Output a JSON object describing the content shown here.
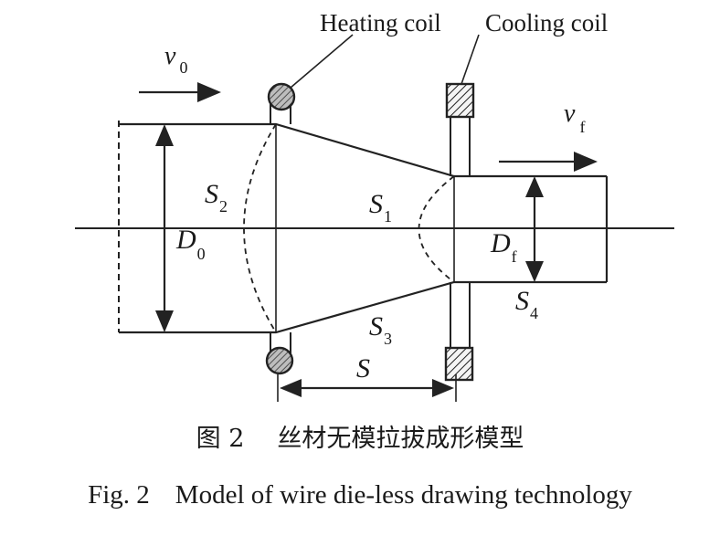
{
  "labels": {
    "heating_coil": "Heating coil",
    "cooling_coil": "Cooling coil",
    "v0_main": "v",
    "v0_sub": "0",
    "vf_main": "v",
    "vf_sub": "f",
    "S2_main": "S",
    "S2_sub": "2",
    "S1_main": "S",
    "S1_sub": "1",
    "S3_main": "S",
    "S3_sub": "3",
    "S4_main": "S",
    "S4_sub": "4",
    "D0_main": "D",
    "D0_sub": "0",
    "Df_main": "D",
    "Df_sub": "f",
    "S_main": "S"
  },
  "caption": {
    "cn_number": "图 2",
    "cn_title": "丝材无模拉拔成形模型",
    "en_number": "Fig. 2",
    "en_title": "Model of wire die-less drawing technology"
  }
}
